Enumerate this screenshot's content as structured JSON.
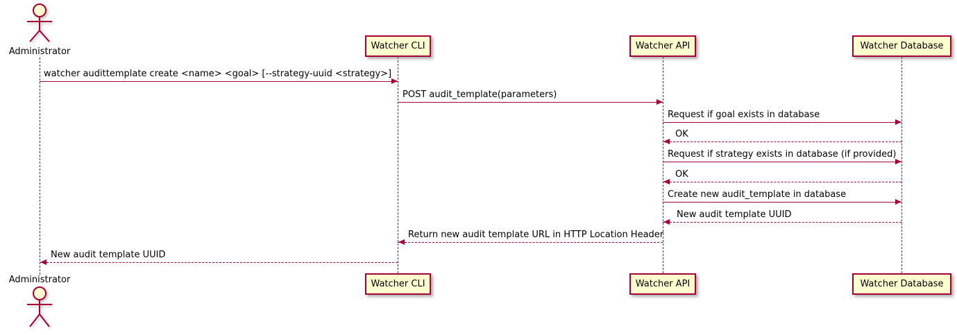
{
  "diagram": {
    "type": "sequence-diagram",
    "colors": {
      "line": "#A80036",
      "participant_fill": "#FEFECE",
      "text": "#000000",
      "background": "#FFFFFF"
    },
    "actor": {
      "name": "Administrator"
    },
    "participants": [
      {
        "label": "Watcher CLI"
      },
      {
        "label": "Watcher API"
      },
      {
        "label": "Watcher Database"
      }
    ],
    "messages": [
      {
        "label": "watcher audittemplate create <name> <goal> [--strategy-uuid <strategy>]",
        "from": "Administrator",
        "to": "Watcher CLI",
        "style": "solid"
      },
      {
        "label": "POST audit_template(parameters)",
        "from": "Watcher CLI",
        "to": "Watcher API",
        "style": "solid"
      },
      {
        "label": "Request if goal exists in database",
        "from": "Watcher API",
        "to": "Watcher Database",
        "style": "solid"
      },
      {
        "label": "OK",
        "from": "Watcher Database",
        "to": "Watcher API",
        "style": "dashed"
      },
      {
        "label": "Request if strategy exists in database (if provided)",
        "from": "Watcher API",
        "to": "Watcher Database",
        "style": "solid"
      },
      {
        "label": "OK",
        "from": "Watcher Database",
        "to": "Watcher API",
        "style": "dashed"
      },
      {
        "label": "Create new audit_template in database",
        "from": "Watcher API",
        "to": "Watcher Database",
        "style": "solid"
      },
      {
        "label": "New audit template UUID",
        "from": "Watcher Database",
        "to": "Watcher API",
        "style": "dashed"
      },
      {
        "label": "Return new audit template URL in HTTP Location Header",
        "from": "Watcher API",
        "to": "Watcher CLI",
        "style": "dashed"
      },
      {
        "label": "New audit template UUID",
        "from": "Watcher CLI",
        "to": "Administrator",
        "style": "dashed"
      }
    ]
  }
}
